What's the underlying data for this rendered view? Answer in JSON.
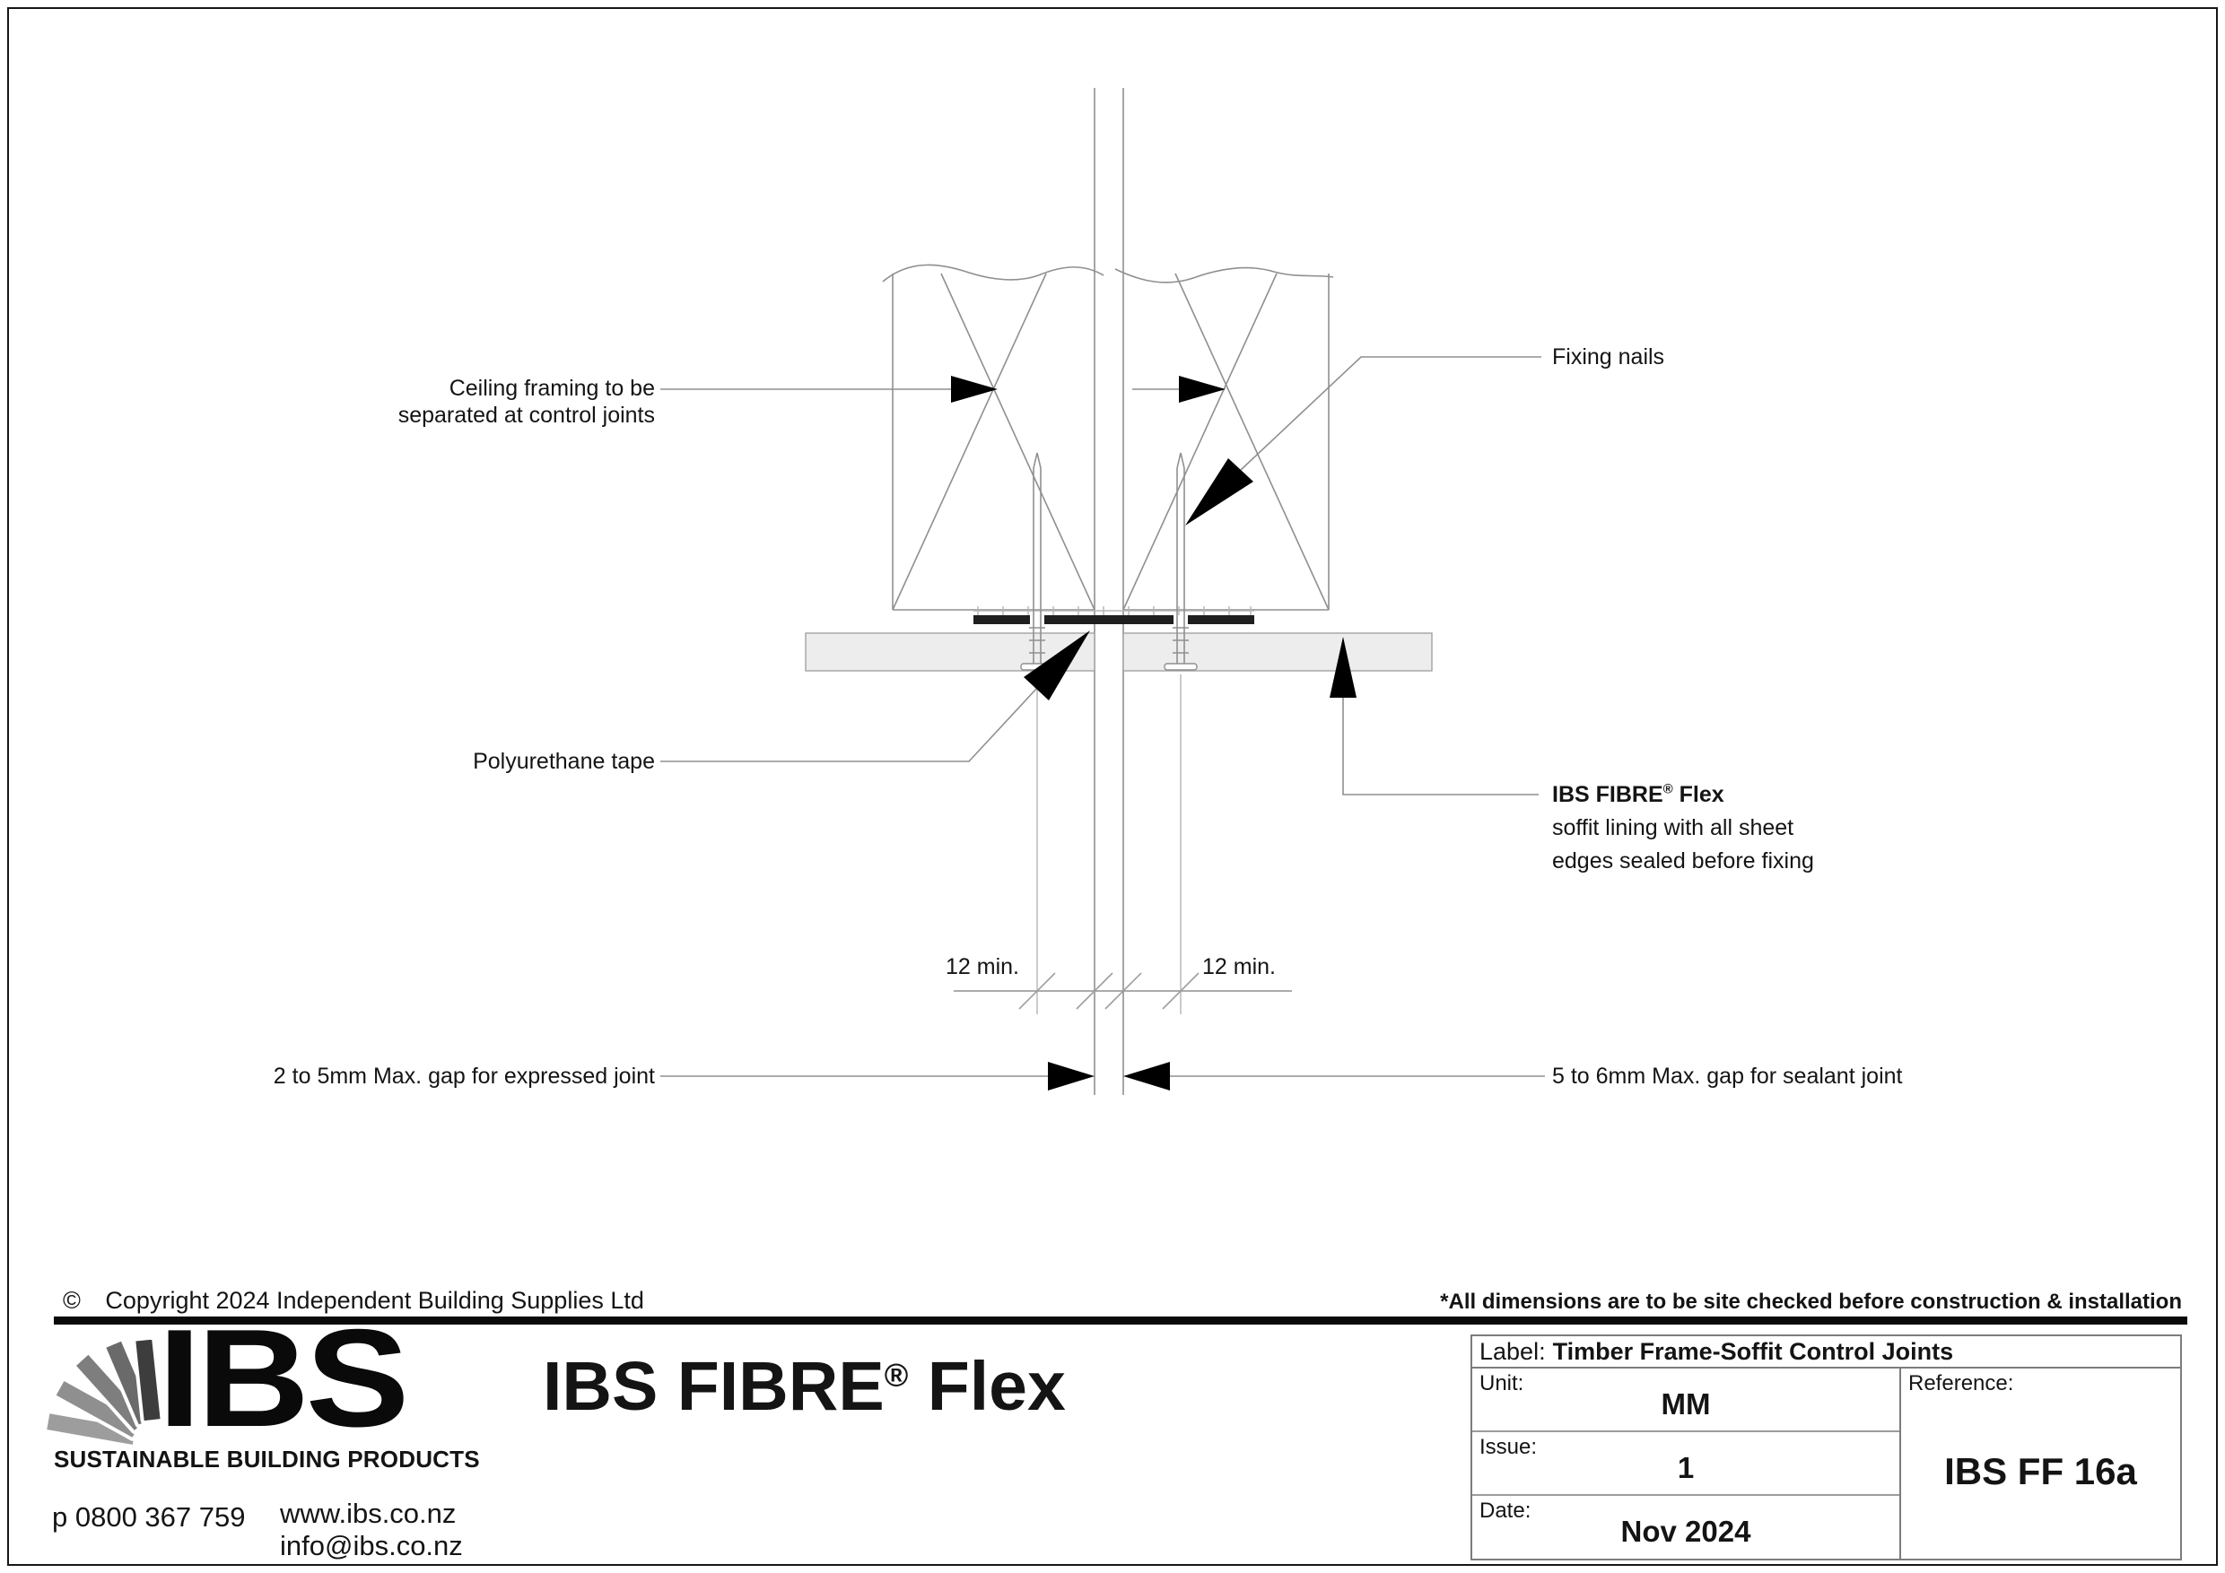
{
  "colors": {
    "line": "#8f8f8f",
    "arrow": "#000000",
    "tape": "#1f1f1f",
    "board": "#ededed",
    "divider": "#0a0a0a",
    "ink": "#141414"
  },
  "drawing": {
    "labels": {
      "ceiling_framing": {
        "line1": "Ceiling framing to be",
        "line2": "separated at control joints"
      },
      "fixing_nails": "Fixing nails",
      "polyurethane_tape": "Polyurethane tape",
      "flex": {
        "brand": "IBS FIBRE",
        "reg": "®",
        "brand_suffix": " Flex",
        "line2": "soffit lining with all sheet",
        "line3": "edges sealed before fixing"
      },
      "dim_left": "12 min.",
      "dim_right": "12 min.",
      "gap_left": "2 to 5mm Max. gap for expressed joint",
      "gap_right": "5 to 6mm Max. gap for sealant joint"
    }
  },
  "footer": {
    "copyright_symbol": "©",
    "copyright_text": "Copyright 2024 Independent Building Supplies Ltd",
    "disclaimer": "*All dimensions are to be site checked before construction & installation",
    "logo": {
      "word": "IBS",
      "tagline": "SUSTAINABLE BUILDING PRODUCTS"
    },
    "contact": {
      "phone": "p 0800 367 759",
      "website": "www.ibs.co.nz",
      "email": "info@ibs.co.nz"
    },
    "product_title": {
      "brand": "IBS FIBRE",
      "reg": "®",
      "suffix": " Flex"
    },
    "title_block": {
      "label_key": "Label:",
      "label_value": "Timber Frame-Soffit Control Joints",
      "unit_key": "Unit:",
      "unit_value": "MM",
      "issue_key": "Issue:",
      "issue_value": "1",
      "date_key": "Date:",
      "date_value": "Nov 2024",
      "reference_key": "Reference:",
      "reference_value": "IBS FF 16a"
    }
  }
}
